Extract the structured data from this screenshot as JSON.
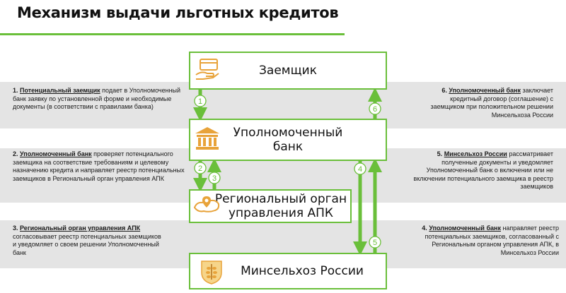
{
  "title": "Механизм выдачи льготных кредитов",
  "boxes": {
    "borrower": "Заемщик",
    "bank_line1": "Уполномоченный",
    "bank_line2": "банк",
    "regional_line1": "Региональный орган",
    "regional_line2": "управления АПК",
    "ministry": "Минсельхоз России"
  },
  "steps": [
    "1",
    "2",
    "3",
    "4",
    "5",
    "6"
  ],
  "notes": {
    "n1": {
      "num": "1.",
      "actor": "Потенциальный заемщик",
      "text": " подает в Уполномоченный банк заявку по установленной форме и необходимые документы (в соответствии с правилами банка)"
    },
    "n2": {
      "num": "2.",
      "actor": "Уполномоченный банк",
      "text": " проверяет потенциального заемщика на соответствие требованиям и целевому назначению кредита и направляет реестр потенциальных заемщиков в Региональный орган управления АПК"
    },
    "n3": {
      "num": "3.",
      "actor": "Региональный орган управления АПК",
      "text": " согласовывает реестр потенциальных заемщиков и уведомляет о своем решении Уполномоченный банк"
    },
    "n4": {
      "num": "4.",
      "actor": "Уполномоченный банк",
      "text": " направляет реестр потенциальных заемщиков, согласованный с Региональным органом управления АПК, в Минсельхоз России"
    },
    "n5": {
      "num": "5.",
      "actor": "Минсельхоз России",
      "text": " рассматривает полученные документы и уведомляет Уполномоченный банк о включении или не включении потенциального заемщика в реестр заемщиков"
    },
    "n6": {
      "num": "6.",
      "actor": "Уполномоченный банк",
      "text": " заключает кредитный договор (соглашение) с заемщиком при положительном решении Минсельхоза России"
    }
  },
  "colors": {
    "accent": "#6abf3a",
    "band": "#e4e4e4",
    "icon": "#e8a33a"
  }
}
